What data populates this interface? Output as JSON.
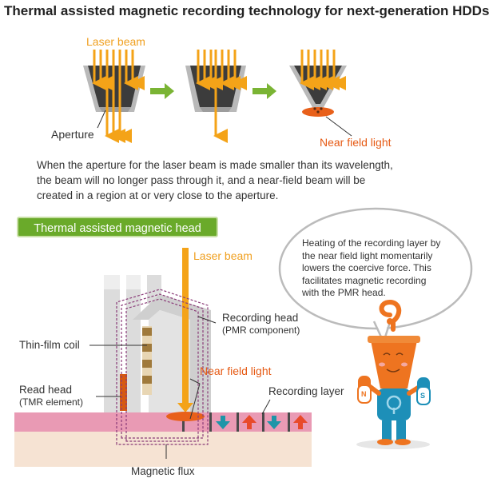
{
  "title": "Thermal assisted magnetic recording technology for next-generation HDDs",
  "labels": {
    "laser_beam_top": "Laser beam",
    "aperture": "Aperture",
    "near_field_top": "Near field light",
    "head_tag": "Thermal assisted magnetic head",
    "laser_beam_head": "Laser beam",
    "recording_head_1": "Recording head",
    "recording_head_2": "(PMR component)",
    "thin_film_coil": "Thin-film coil",
    "near_field_head": "Near field light",
    "read_head_1": "Read head",
    "read_head_2": "(TMR element)",
    "recording_layer": "Recording layer",
    "magnetic_flux": "Magnetic flux"
  },
  "description": [
    "When the aperture for the laser beam is made smaller than its wavelength,",
    "the beam will no longer pass through it, and a near-field beam will be",
    "created in a region at or very close to the aperture."
  ],
  "bubble": [
    "Heating of the recording layer by",
    "the near field light momentarily",
    "lowers the coercive force. This",
    "facilitates magnetic recording",
    "with the PMR head."
  ],
  "mascot_badges": {
    "left": "N",
    "right": "S"
  },
  "colors": {
    "laser": "#f4a318",
    "near_field": "#e8601a",
    "green_arrow": "#7ab434",
    "tag_green": "#6aaa2a",
    "media_pink": "#e99ab4",
    "media_base": "#f6e3d3",
    "flux": "#8a3b78",
    "arrow_red": "#e84a2a",
    "arrow_teal": "#1e95a8",
    "coil_gold": "#c49a58",
    "read_head": "#d65a12",
    "mascot_orange": "#ee7420",
    "mascot_shirt": "#1d8fb8"
  }
}
